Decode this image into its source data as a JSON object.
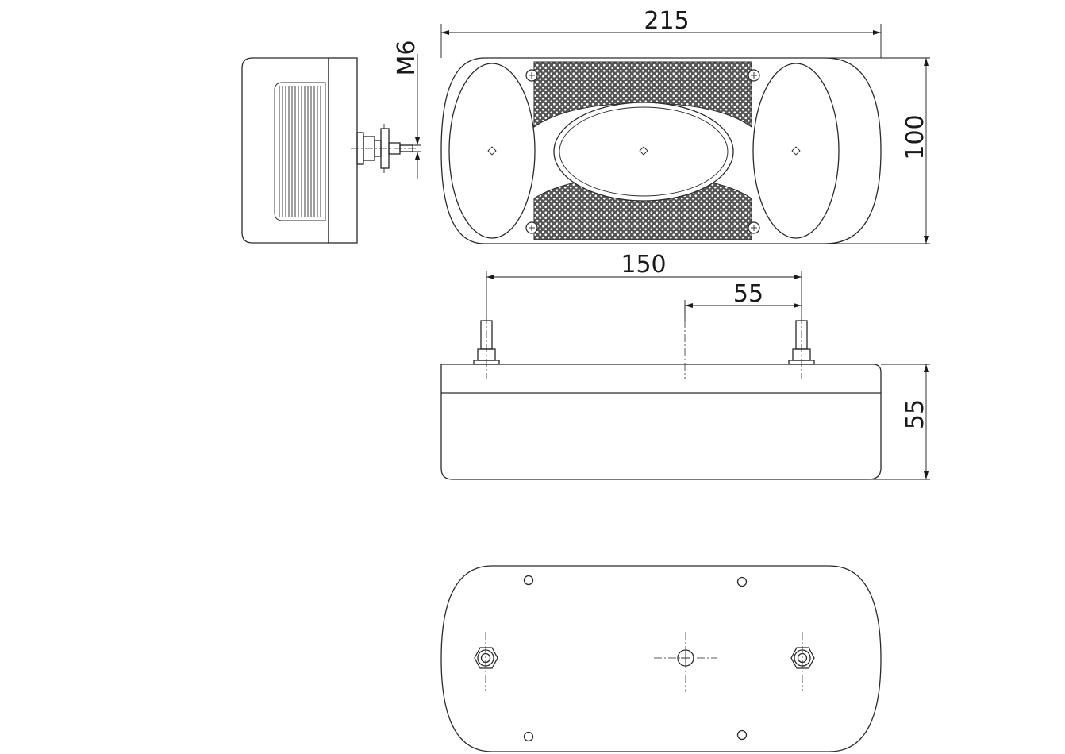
{
  "dimensions": {
    "width": "215",
    "height": "100",
    "thread": "M6",
    "bolt_spacing": "150",
    "offset": "55",
    "depth": "55"
  },
  "colors": {
    "line": "#2a2a2a",
    "background": "#ffffff"
  }
}
